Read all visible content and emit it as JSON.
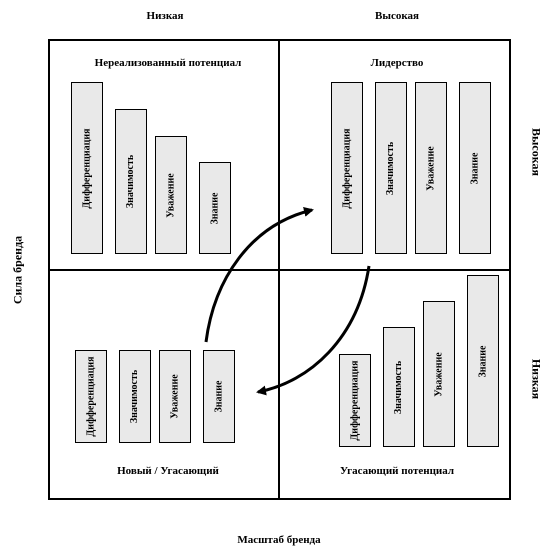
{
  "top_axis": {
    "low": "Низкая",
    "high": "Высокая"
  },
  "left_axis_label": "Сила бренда",
  "right_axis": {
    "high": "Высокая",
    "low": "Низкая"
  },
  "bottom_axis_label": "Масштаб   бренда",
  "quadrants": {
    "top_left": {
      "title": "Нереализованный  потенциал",
      "bars": [
        "Дифференциация",
        "Значимость",
        "Уважение",
        "Знание"
      ]
    },
    "top_right": {
      "title": "Лидерство",
      "bars": [
        "Дифференциация",
        "Значимость",
        "Уважение",
        "Знание"
      ]
    },
    "bottom_left": {
      "title": "Новый  / Угасающий",
      "bars": [
        "Дифференциация",
        "Значимость",
        "Уважение",
        "Знание"
      ]
    },
    "bottom_right": {
      "title": "Угасающий  потенциал",
      "bars": [
        "Дифференциация",
        "Значимость",
        "Уважение",
        "Знание"
      ]
    }
  }
}
